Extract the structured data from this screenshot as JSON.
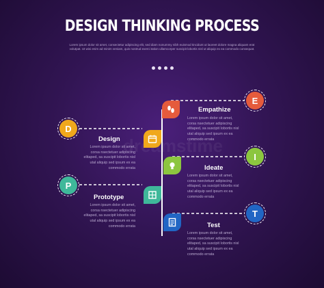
{
  "title": "DESIGN THINKING PROCESS",
  "subtitle": "Lorem ipsum dolor sit amet, consectetur adipiscing elit, sed diam nonummy nibh euismod tincidunt ut laoreet dolore magna aliquam erat volutpat. Ut wisi enim ad minim veniam, quis nostrud exerci tation ullamcorper suscipit lobortis nisl ut aliquip ex ea commodo consequat.",
  "watermark": "dreamstime",
  "colors": {
    "empathize": "#e55b3c",
    "design": "#f0a81c",
    "ideate": "#8cc63f",
    "prototype": "#3fb89a",
    "test": "#2166c4"
  },
  "steps": [
    {
      "letter": "E",
      "heading": "Empathize",
      "icon": "footprints-icon",
      "body": "Lorem ipsum dolor sit amet, corsa nsectetuer adipiscing elitaped, sa suscipit lobortis nisl utal aliquip sed ipsum ex ea commodo errata"
    },
    {
      "letter": "D",
      "heading": "Design",
      "icon": "calendar-icon",
      "body": "Lorem ipsum dolor sit amet, corsa nsectetuer adipiscing elitaped, sa suscipit lobortis nisl utal aliquip sed ipsum ex ea commodo errata"
    },
    {
      "letter": "I",
      "heading": "Ideate",
      "icon": "lightbulb-icon",
      "body": "Lorem ipsum dolor sit amet, corsa nsectetuer adipiscing elitaped, sa suscipit lobortis nisl utal aliquip sed ipsum ex ea commodo errata"
    },
    {
      "letter": "P",
      "heading": "Prototype",
      "icon": "blueprint-icon",
      "body": "Lorem ipsum dolor sit amet, corsa nsectetuer adipiscing elitaped, sa suscipit lobortis nisl utal aliquip sed ipsum ex ea commodo errata"
    },
    {
      "letter": "T",
      "heading": "Test",
      "icon": "checklist-icon",
      "body": "Lorem ipsum dolor sit amet, corsa nsectetuer adipiscing elitaped, sa suscipit lobortis nisl utal aliquip sed ipsum ex ea commodo errata"
    }
  ]
}
